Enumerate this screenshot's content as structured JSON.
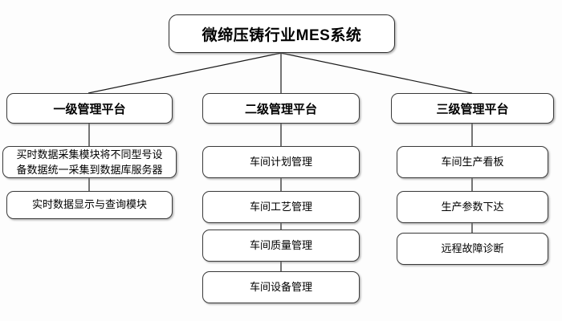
{
  "diagram": {
    "type": "org-chart",
    "background_color": "#fdfdfd",
    "box_border_color": "#3a3a3a",
    "box_fill_color": "#ffffff",
    "connector_color": "#1a1a1a",
    "title_node": {
      "label": "微缔压铸行业MES系统"
    },
    "columns": [
      {
        "platform": "一级管理平台",
        "items": [
          "买时数据采集模块将不同型号设\n备数据统一采集到数据库服务器",
          "实时数据显示与查询模块"
        ]
      },
      {
        "platform": "二级管理平台",
        "items": [
          "车间计划管理",
          "车间工艺管理",
          "车间质量管理",
          "车间设备管理"
        ]
      },
      {
        "platform": "三级管理平台",
        "items": [
          "车间生产看板",
          "生产参数下达",
          "远程故障诊断"
        ]
      }
    ]
  }
}
